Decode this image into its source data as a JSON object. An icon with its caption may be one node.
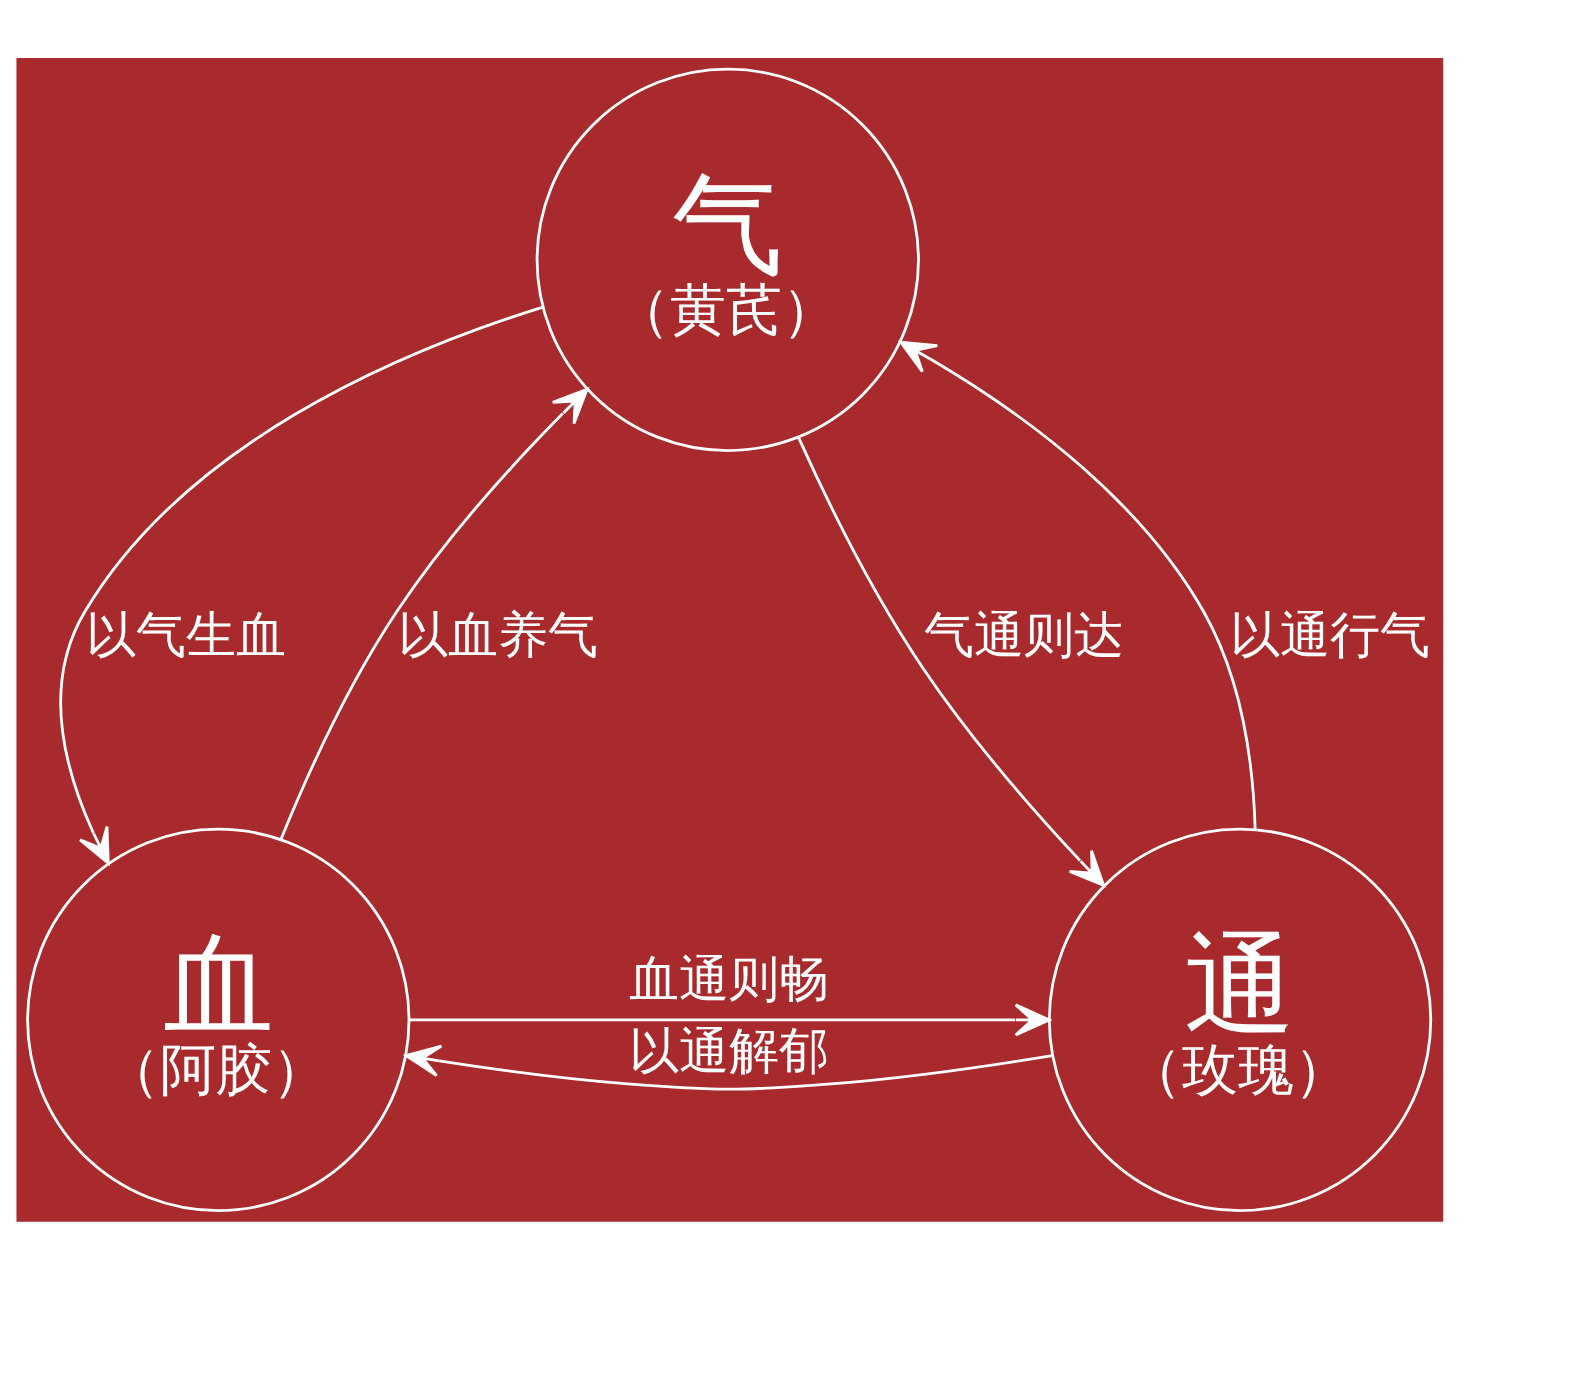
{
  "diagram": {
    "nodes": [
      {
        "text": [
          "气",
          "（黄芪）"
        ]
      },
      {
        "text": [
          "血",
          "（阿胶）"
        ]
      },
      {
        "text": [
          "通",
          "（玫瑰）"
        ]
      }
    ],
    "edges": [
      {
        "from": 1,
        "to": 0,
        "arrow": "to",
        "label": "以血养气"
      },
      {
        "from": 0,
        "to": 1,
        "arrow": "to",
        "label": "以气生血"
      },
      {
        "from": 2,
        "to": 0,
        "arrow": "to",
        "label": "以通行气"
      },
      {
        "from": 0,
        "to": 2,
        "arrow": "to",
        "label": "气通则达"
      },
      {
        "from": 1,
        "to": 2,
        "arrow": "to",
        "label": "血通则畅"
      },
      {
        "from": 2,
        "to": 1,
        "arrow": "to",
        "label": "以通解郁"
      }
    ]
  }
}
